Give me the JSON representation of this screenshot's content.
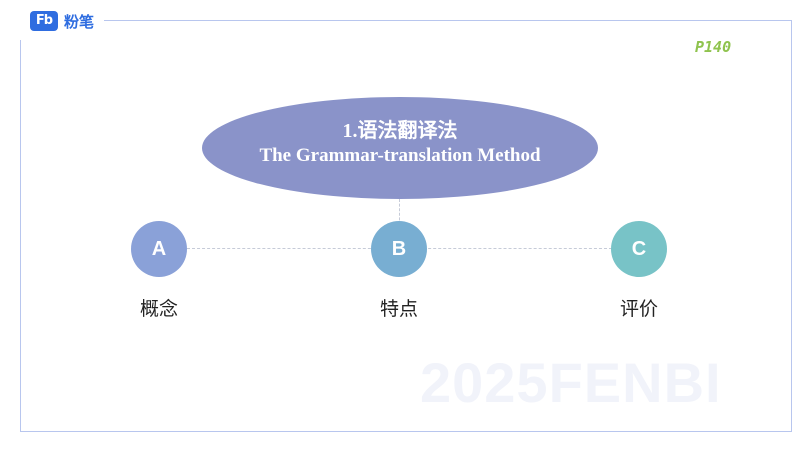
{
  "logo": {
    "mark": "Fb",
    "text": "粉笔"
  },
  "page_number": "P140",
  "title": {
    "line1": "1.语法翻译法",
    "line2": "The Grammar-translation Method"
  },
  "nodes": [
    {
      "letter": "A",
      "label": "概念"
    },
    {
      "letter": "B",
      "label": "特点"
    },
    {
      "letter": "C",
      "label": "评价"
    }
  ],
  "watermark": "2025FENBI",
  "colors": {
    "ellipse": "#8a93c9",
    "node_a": "#8aa1d8",
    "node_b": "#78aed2",
    "node_c": "#78c3c7",
    "page_number": "#8fc34e",
    "brand": "#2f6de0"
  }
}
